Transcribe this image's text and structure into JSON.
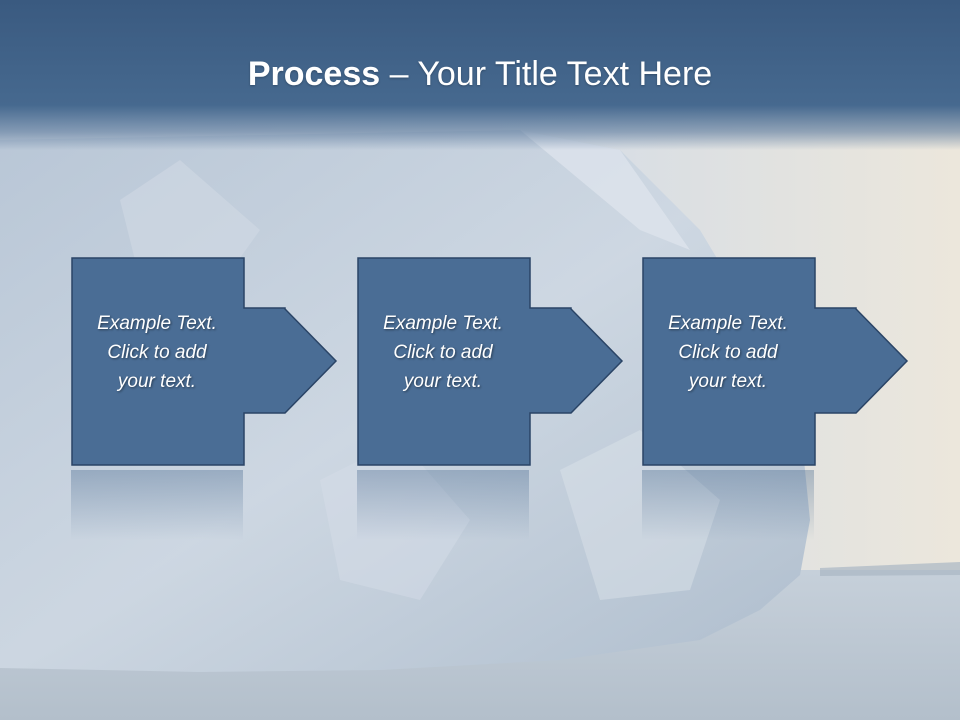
{
  "slide": {
    "title_bold": "Process",
    "title_rest": " – Your Title Text Here",
    "steps": [
      {
        "line1": "Example Text.",
        "line2": "Click  to add",
        "line3": "your text."
      },
      {
        "line1": "Example Text.",
        "line2": "Click  to add",
        "line3": "your text."
      },
      {
        "line1": "Example Text.",
        "line2": "Click  to add",
        "line3": "your text."
      }
    ]
  },
  "colors": {
    "title_band": "#3f6189",
    "box_fill": "#4a6d95",
    "box_border": "#2a4466",
    "text": "#ffffff"
  }
}
